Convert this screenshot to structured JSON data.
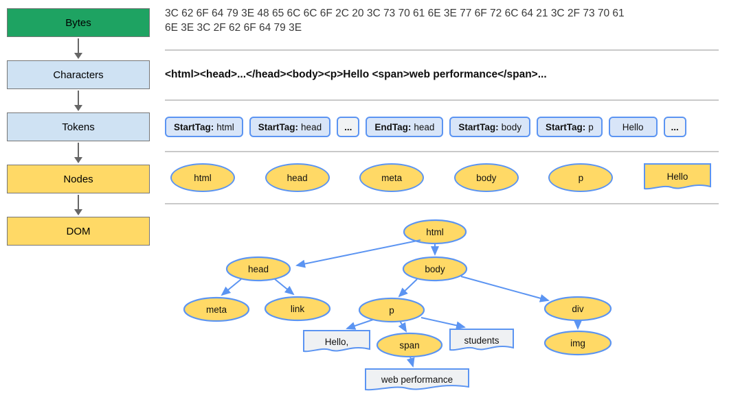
{
  "colors": {
    "green": "#1ea362",
    "stage-blue": "#cfe2f3",
    "yellow": "#ffd966",
    "blue": "#5b94f2",
    "token-fill": "#d8e5f8",
    "ellipsis-fill": "#f1f3f4",
    "doc-gray": "#eff1f3",
    "divider": "#c9c9c9",
    "arrow-gray": "#666666",
    "box-border": "#757575"
  },
  "pipeline": {
    "stages": [
      {
        "label": "Bytes"
      },
      {
        "label": "Characters"
      },
      {
        "label": "Tokens"
      },
      {
        "label": "Nodes"
      },
      {
        "label": "DOM"
      }
    ]
  },
  "bytes_row": {
    "lines": [
      "3C 62 6F 64 79 3E 48 65 6C 6C 6F 2C 20 3C 73 70 61 6E 3E 77 6F 72 6C 64 21 3C 2F 73 70 61",
      "6E 3E 3C 2F 62 6F 64 79 3E"
    ]
  },
  "characters_row": {
    "text": "<html><head>...</head><body><p>Hello <span>web performance</span>..."
  },
  "tokens_row": {
    "tokens": [
      {
        "prefix": "StartTag:",
        "value": "html"
      },
      {
        "prefix": "StartTag:",
        "value": "head"
      },
      {
        "value": "..."
      },
      {
        "prefix": "EndTag:",
        "value": "head"
      },
      {
        "prefix": "StartTag:",
        "value": "body"
      },
      {
        "prefix": "StartTag:",
        "value": "p"
      },
      {
        "value": "Hello"
      },
      {
        "value": "..."
      }
    ]
  },
  "nodes_row": {
    "elements": [
      {
        "label": "html",
        "shape": "ellipse"
      },
      {
        "label": "head",
        "shape": "ellipse"
      },
      {
        "label": "meta",
        "shape": "ellipse"
      },
      {
        "label": "body",
        "shape": "ellipse"
      },
      {
        "label": "p",
        "shape": "ellipse"
      },
      {
        "label": "Hello",
        "shape": "document"
      }
    ]
  },
  "dom_tree": {
    "nodes": [
      {
        "label": "html",
        "shape": "ellipse"
      },
      {
        "label": "head",
        "shape": "ellipse"
      },
      {
        "label": "body",
        "shape": "ellipse"
      },
      {
        "label": "meta",
        "shape": "ellipse"
      },
      {
        "label": "link",
        "shape": "ellipse"
      },
      {
        "label": "p",
        "shape": "ellipse"
      },
      {
        "label": "div",
        "shape": "ellipse"
      },
      {
        "label": "Hello,",
        "shape": "document"
      },
      {
        "label": "span",
        "shape": "ellipse"
      },
      {
        "label": "students",
        "shape": "document"
      },
      {
        "label": "img",
        "shape": "ellipse"
      },
      {
        "label": "web performance",
        "shape": "document"
      }
    ],
    "edges": [
      {
        "from": "html",
        "to": "head"
      },
      {
        "from": "html",
        "to": "body"
      },
      {
        "from": "head",
        "to": "meta"
      },
      {
        "from": "head",
        "to": "link"
      },
      {
        "from": "body",
        "to": "p"
      },
      {
        "from": "body",
        "to": "div"
      },
      {
        "from": "p",
        "to": "Hello,"
      },
      {
        "from": "p",
        "to": "span"
      },
      {
        "from": "p",
        "to": "students"
      },
      {
        "from": "span",
        "to": "web performance"
      },
      {
        "from": "div",
        "to": "img"
      }
    ]
  }
}
